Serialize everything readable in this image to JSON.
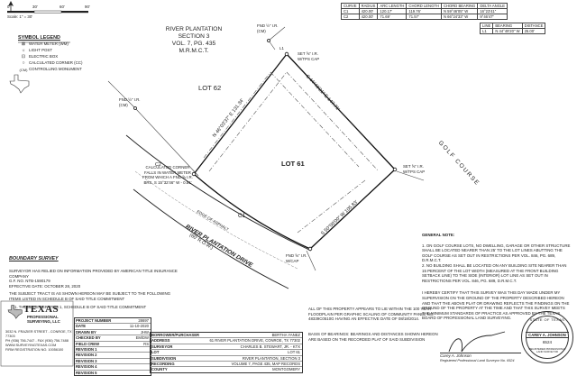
{
  "north_arrow": "N",
  "scale": {
    "ticks": [
      "0'",
      "30'",
      "60'",
      "90'"
    ],
    "label": "Scale: 1\" = 30'"
  },
  "curve_table": {
    "headers": [
      "CURVE",
      "RADIUS",
      "ARC LENGTH",
      "CHORD LENGTH",
      "CHORD BEARING",
      "DELTA ANGLE"
    ],
    "rows": [
      [
        "C1",
        "420.00'",
        "120.17'",
        "119.76'",
        "N 59°46'05\" W",
        "16°23'41\""
      ],
      [
        "C2",
        "420.00'",
        "71.69'",
        "71.57'",
        "N 66°24'33\" W",
        "9°46'47\""
      ]
    ]
  },
  "line_table": {
    "headers": [
      "LINE",
      "BEARING",
      "DISTANCE"
    ],
    "rows": [
      [
        "L1",
        "N 44°49'20\" W",
        "25.00'"
      ]
    ]
  },
  "legend": {
    "title": "SYMBOL LEGEND",
    "items": [
      {
        "sym": "⊠",
        "label": "WATER METER (WM)"
      },
      {
        "sym": "☼",
        "label": "LIGHT POST"
      },
      {
        "sym": "⊡",
        "label": "ELECTRIC BOX"
      },
      {
        "sym": "○",
        "label": "CALCULATED CORNER (CC)"
      },
      {
        "sym": "(CM)",
        "label": "CONTROLLING MONUMENT"
      }
    ]
  },
  "subdivision": [
    "RIVER PLANTATION",
    "SECTION 3",
    "VOL. 7, PG. 435",
    "M.R.M.C.T."
  ],
  "lot_62": "LOT 62",
  "lot_61": "LOT 61",
  "golf_course": "GOLF COURSE",
  "road": [
    "RIVER PLANTATION DRIVE",
    "(60' R.O.W.)"
  ],
  "edge_of_asphalt": "EDGE OF ASPHALT",
  "boundary_survey": "BOUNDARY SURVEY",
  "lines": {
    "nw_line": "N 46°03'37\" E 131.34'",
    "ne_line": "S 44°49'21\" E 147.71'",
    "se_line": "S 50°00'00\" W 105.83'",
    "c1": "C1",
    "c2": "C2",
    "l1": "L1"
  },
  "points": {
    "fnd_top": [
      "FND ½\" I.R.",
      "(CM)"
    ],
    "set_top_right": [
      "SET ⅝\" I.R.",
      "W/TPS CAP"
    ],
    "fnd_left": [
      "FND ½\" I.R.",
      "(CM)"
    ],
    "set_right": [
      "SET ⅝\" I.R.",
      "W/TPS CAP"
    ],
    "fnd_bottom": [
      "FND ⅝\" I.R.",
      "W/CAP"
    ],
    "calc_corner": [
      "CALCULATED CORNER",
      "FALLS IN WATER METER",
      "FROM WHICH A FND ⅝ I.R.",
      "BRS. S 15°32'46\" W - 0.51'"
    ]
  },
  "general_notes": {
    "title": "GENERAL NOTE:",
    "notes": [
      "1. ON GOLF COURSE LOTS, NO DWELLING, GARAGE OR OTHER STRUCTURE SHALL BE LOCATED NEARER THAN 25' TO THE LOT LINES ABUTTING THE GOLF COURSE AS SET OUT IN RESTRICTIONS PER VOL. 846, PG. 689, D.R.M.C.T.",
      "2. NO BUILDING SHALL BE LOCATED ON ANY BUILDING SITE NEARER THAN 15 PERCENT OF THE LOT WIDTH (MEASURED AT THE FRONT BUILDING SETBACK LINE) TO THE SIDE (INTERIOR) LOT LINE AS SET OUT IN RESTRICTIONS PER VOL. 846, PG. 689, D.R.M.C.T."
    ],
    "certification": "I HEREBY CERTIFY THAT THIS SURVEY WAS THIS DAY MADE UNDER MY SUPERVISION ON THE GROUND OF THE PROPERTY DESCRIBED HEREON AND THAT THE ABOVE PLAT OR DRAWING REFLECTS THE FINDINGS ON THE GROUND OF THE PROPERTY AT THE TIME AND THAT THIS SURVEY MEETS THE MINIMUM STANDARDS OF PRACTICE AS APPROVED BY THE TEXAS BOARD OF PROFESSIONAL LAND SURVEYING."
  },
  "left_notes": {
    "p1": "SURVEYOR HAS RELIED ON INFORMATION PROVIDED BY AMERICAN TITLE INSURANCE COMPANY",
    "gf": "G.F. NO. NTB-1590179",
    "effective": "EFFECTIVE DATE: OCTOBER 28, 2020",
    "p2": "THE SUBJECT TRACT IS AS SHOWN HEREON MAY BE SUBJECT TO THE FOLLOWING ITEMS LISTED IN SCHEDULE B OF SAID TITLE COMMITMENT",
    "item": "1. THOSE AS PER ITEM 1, SCHEDULE B OF SAID TITLE COMMITMENT"
  },
  "flood_note": "ALL OF THIS PROPERTY APPEARS TO LIE WITHIN THE 100 YEAR FLOODPLAIN PER GRAPHIC SCALING OF COMMUNITY PANEL NO. 48339C0510G HAVING AN EFFECTIVE DATE OF 08/18/2014.",
  "bearing_basis": "BASIS OF BEARINGS: BEARINGS AND DISTANCES SHOWN HEREON ARE BASED ON THE RECORDED PLAT OF SAID SUBDIVISION",
  "company": {
    "name": "TEXAS",
    "sub": [
      "PROFESSIONAL",
      "SURVEYING, LLC"
    ],
    "contact": [
      "3032 N. FRAZIER STREET - CONROE, TX 77303",
      "PH (936) 756-7447 - FAX (936) 756-7488",
      "WWW.SURVEYINGTEXAS.COM",
      "FIRM REGISTRATION NO. 10056100"
    ]
  },
  "project_table": [
    [
      "PROJECT NUMBER",
      "28697"
    ],
    [
      "DATE",
      "11-10-2020"
    ],
    [
      "DRAWN BY",
      "JHW"
    ],
    [
      "CHECKED BY",
      "EM/DW"
    ],
    [
      "FIELD CREW",
      "RS"
    ],
    [
      "REVISION 1",
      ""
    ],
    [
      "REVISION 2",
      ""
    ],
    [
      "REVISION 3",
      ""
    ],
    [
      "REVISION 4",
      ""
    ],
    [
      "REVISION 5",
      ""
    ]
  ],
  "property_table": [
    [
      "BORROWER/PURCHASER",
      "BERTHA YANEZ"
    ],
    [
      "ADDRESS",
      "61 RIVER PLANTATION DRIVE, CONROE, TX 77302"
    ],
    [
      "SURVEYOR",
      "CHARLES B. STEWART, JR. - KTX"
    ],
    [
      "LOT",
      "LOT 61"
    ],
    [
      "SUBDIVISION",
      "RIVER PLANTATION, SECTION 3"
    ],
    [
      "RECORDING",
      "VOLUME 7, PAGE 435, MAP RECORDS"
    ],
    [
      "COUNTY",
      "MONTGOMERY"
    ]
  ],
  "surveyor": {
    "signature_line": "Carey A. Johnson",
    "title": "Registered Professional Land Surveyor No. 6524"
  },
  "seal": {
    "top": "STATE OF TEXAS",
    "name": "CAREY A. JOHNSON",
    "number": "6524",
    "bottom": "REGISTERED PROFESSIONAL LAND SURVEYOR"
  },
  "colors": {
    "line": "#222222",
    "dash": "#555555",
    "text": "#222222"
  }
}
